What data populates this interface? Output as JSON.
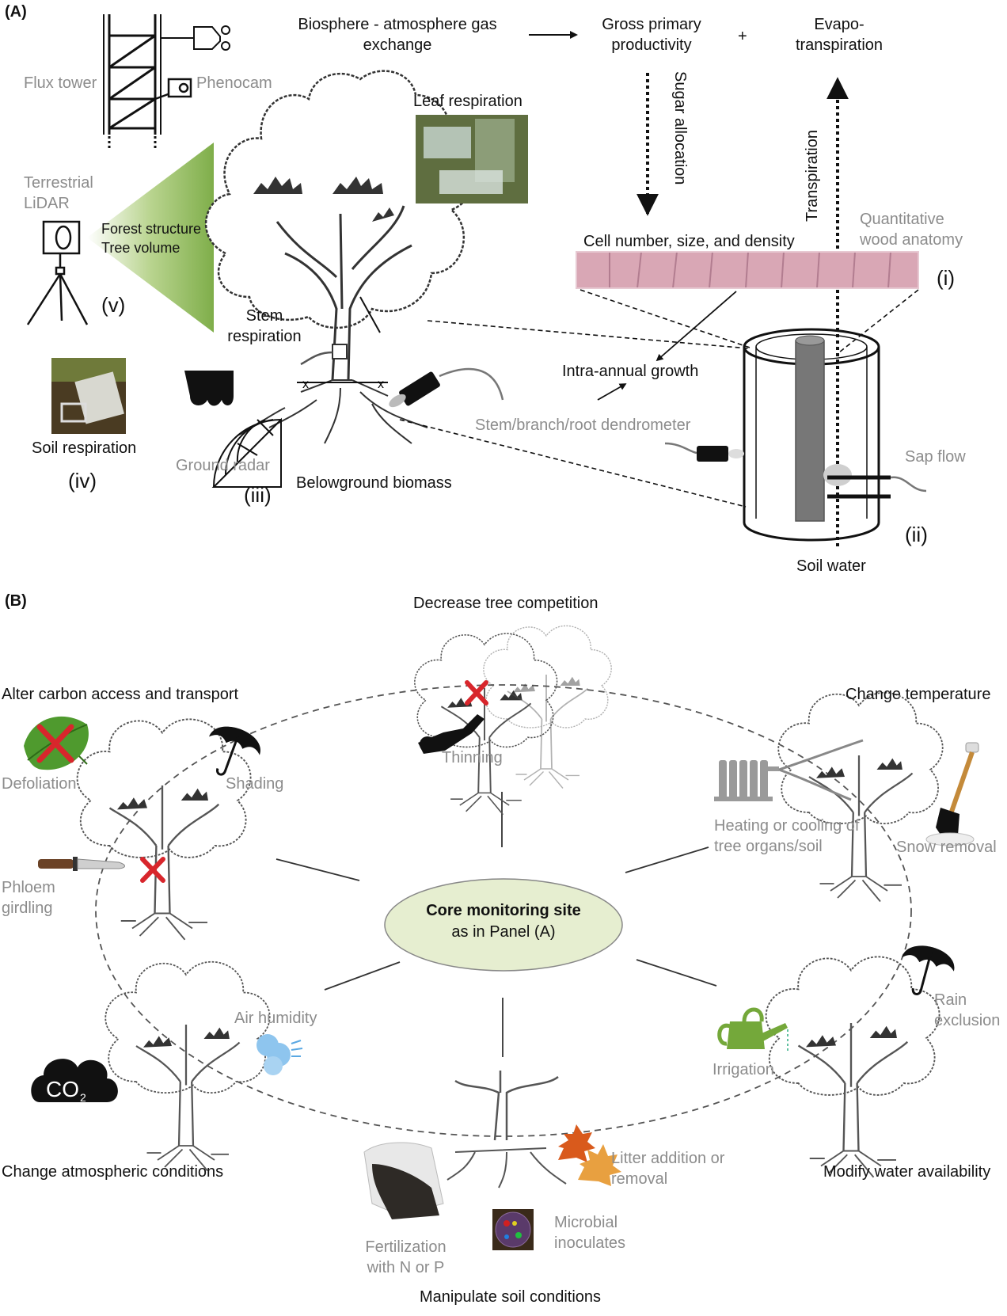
{
  "panel_a": {
    "letter": "(A)",
    "biosphere_exchange": "Biosphere - atmosphere gas exchange",
    "gpp": "Gross primary productivity",
    "plus": "+",
    "evapotranspiration": "Evapo- transpiration",
    "flux_tower": "Flux tower",
    "phenocam": "Phenocam",
    "leaf_respiration": "Leaf respiration",
    "sugar_allocation": "Sugar allocation",
    "transpiration": "Transpiration",
    "terrestrial_lidar": "Terrestrial LiDAR",
    "forest_structure": "Forest structure",
    "tree_volume": "Tree volume",
    "cell_number": "Cell number, size, and density",
    "quantitative_wood_anatomy": "Quantitative wood anatomy",
    "stem_respiration": "Stem respiration",
    "intra_annual_growth": "Intra-annual growth",
    "dendrometer": "Stem/branch/root dendrometer",
    "soil_respiration": "Soil respiration",
    "ground_radar": "Ground radar",
    "belowground_biomass": "Belowground biomass",
    "sap_flow": "Sap flow",
    "soil_water": "Soil water",
    "roman": {
      "i": "(i)",
      "ii": "(ii)",
      "iii": "(iii)",
      "iv": "(iv)",
      "v": "(v)"
    }
  },
  "panel_b": {
    "letter": "(B)",
    "decrease_competition": "Decrease tree competition",
    "thinning": "Thinning",
    "alter_carbon": "Alter carbon access and transport",
    "defoliation": "Defoliation",
    "shading": "Shading",
    "phloem_girdling": "Phloem girdling",
    "change_temperature": "Change temperature",
    "heating_cooling": "Heating or cooling of tree organs/soil",
    "snow_removal": "Snow removal",
    "core_site_title": "Core monitoring site",
    "core_site_sub": "as in Panel (A)",
    "air_humidity": "Air humidity",
    "co2": "CO2",
    "change_atmospheric": "Change atmospheric conditions",
    "irrigation": "Irrigation",
    "rain_exclusion": "Rain exclusion",
    "modify_water": "Modify water availability",
    "litter": "Litter addition or removal",
    "microbial": "Microbial inoculates",
    "fertilization": "Fertilization with N or P",
    "manipulate_soil": "Manipulate soil conditions"
  },
  "colors": {
    "lidar_green": "#7fae4a",
    "label_gray": "#8c8c8c",
    "ellipse_fill": "#e6eed0",
    "cross_red": "#d8262c",
    "leaf_green": "#4f9a2e",
    "can_green": "#74a83a",
    "autumn_orange": "#e07a1f",
    "heater_gray": "#9a9a9a",
    "humidity_blue": "#8ec5ee",
    "wood_pink": "#d9a7b5"
  },
  "icons": [
    "flux-tower-icon",
    "phenocam-icon",
    "lidar-scanner-icon",
    "tree-icon",
    "chainsaw-icon",
    "umbrella-icon",
    "knife-icon",
    "leaf-icon",
    "heater-icon",
    "shovel-icon",
    "co2-cloud-icon",
    "watering-can-icon",
    "humidity-icon",
    "autumn-leaves-icon",
    "petri-dish-icon",
    "fertilizer-bag-icon",
    "ground-radar-icon",
    "dendrometer-icon",
    "sap-flow-probe-icon"
  ]
}
